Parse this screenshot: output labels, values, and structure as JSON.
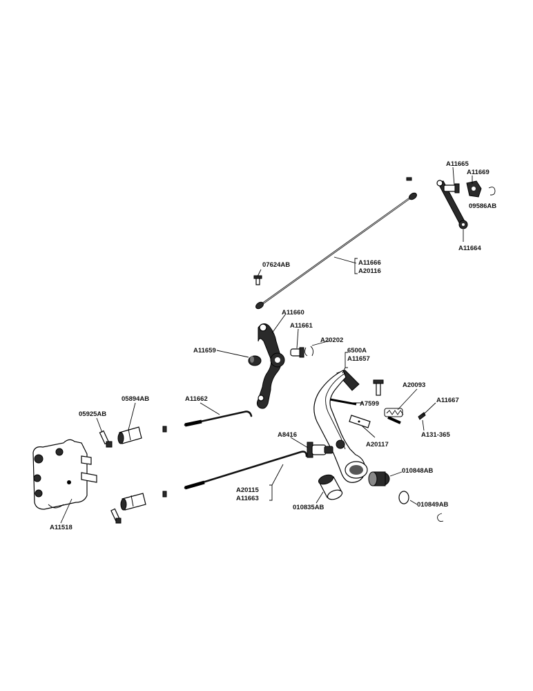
{
  "parts": {
    "a11665": "A11665",
    "a11669": "A11669",
    "p09586ab": "09586AB",
    "a11664": "A11664",
    "p07624ab": "07624AB",
    "a11666": "A11666",
    "a20116": "A20116",
    "a11660": "A11660",
    "a11661": "A11661",
    "a20202": "A20202",
    "a11659": "A11659",
    "p6500a": "6500A",
    "a11657": "A11657",
    "p05894ab": "05894AB",
    "a11662": "A11662",
    "a20093": "A20093",
    "a11667": "A11667",
    "p05925ab": "05925AB",
    "a7599": "A7599",
    "a131_365": "A131-365",
    "a8416": "A8416",
    "a20117": "A20117",
    "p010848ab": "010848AB",
    "a20115": "A20115",
    "a11663": "A11663",
    "p010835ab": "010835AB",
    "p010849ab": "010849AB",
    "a11518": "A11518"
  }
}
